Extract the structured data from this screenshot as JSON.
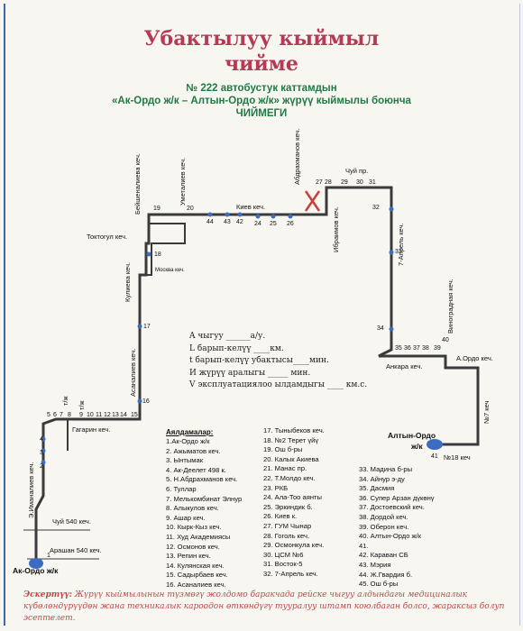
{
  "title": {
    "line1": "Убактылуу кыймыл",
    "line2": "чийме"
  },
  "subtitle": {
    "line1": "№ 222  автобустук каттамдын",
    "line2": "«Ак-Ордо  ж/к –  Алтын-Ордо ж/к» жүрүү кыймылы боюнча",
    "line3": "ЧИЙМЕГИ"
  },
  "terminals": {
    "start": "Ак-Ордо  ж/к",
    "end_line1": "Алтын-Ордо",
    "end_line2": "ж/к"
  },
  "streets": {
    "chuy_top": "Чуй пр.",
    "abdrakhmanov": "Абдрахманов кеч.",
    "baishenalieva": "Бейшеналиева кеч.",
    "umetaliev": "Уметалиев кеч.",
    "kiev": "Киев кеч.",
    "toktogul": "Токтогул кеч.",
    "ibraimov": "Ибраимов кеч.",
    "aprel7": "7-Апрель кеч.",
    "vinogradnaya": "Виноградная кеч.",
    "ankara": "Анкара кеч.",
    "aordo": "А.Ордо кеч.",
    "n7": "№7 кеч",
    "n18": "№18 кеч",
    "kulieva": "Кулиева кеч.",
    "moskva": "Москва кеч.",
    "asanaliev": "Асаналиев кеч.",
    "gagarin": "Гагарин кеч.",
    "imanaliev": "Э.Иманалиев кеч.",
    "chuy540": "Чуй 540 кеч.",
    "arashan": "Арашан 540 кеч.",
    "tzh": "т/ж"
  },
  "stops": {
    "s1": "1",
    "s2": "2",
    "s3": "3",
    "s4": "4",
    "s5": "5",
    "s6": "6",
    "s7": "7",
    "s8": "8",
    "s9": "9",
    "s10": "10",
    "s11": "11",
    "s12": "12",
    "s13": "13",
    "s14": "14",
    "s15": "15",
    "s16": "16",
    "s17": "17",
    "s18": "18",
    "s19": "19",
    "s20": "20",
    "s24": "24",
    "s25": "25",
    "s26": "26",
    "s27": "27",
    "s28": "28",
    "s29": "29",
    "s30": "30",
    "s31": "31",
    "s32": "32",
    "s33": "33",
    "s34": "34",
    "s35": "35",
    "s36": "36",
    "s37": "37",
    "s38": "38",
    "s39": "39",
    "s40": "40",
    "s41": "41",
    "s42": "42",
    "s43": "43",
    "s44": "44"
  },
  "info": {
    "l1": "A чыгуу ______а/у.",
    "l2": "L барып-келүү ____км.",
    "l3": "t барып-келүү убактысы____мин.",
    "l4": "И жүрүү аралыгы _____ мин.",
    "l5": "V эксплуатациялоо ылдамдыгы ____ км.с."
  },
  "legend": {
    "heading": "Аялдамалар:",
    "col1": [
      "1.Ак-Ордо ж/к",
      "2. Ажыматов кеч.",
      "3. Ынтымак",
      "4. Ак-Деелет 498 к.",
      "5. Н.Абдрахманов кеч.",
      "6. Туллар",
      "7. Мелькомбинат Элнур",
      "8. Алыкулов кеч.",
      "9. Ашар кеч.",
      "10. Кырк-Кыз кеч.",
      "11. Худ Академиясы",
      "12. Осмонов кеч.",
      "13. Репин кеч.",
      "14. Кулянская кеч.",
      "15. Садырбаев кеч.",
      "16. Асаналиев кеч."
    ],
    "col2": [
      "17. Тыныбеков кеч.",
      "18. №2 Терет үйү",
      "19. Ош б-ры",
      "20. Калык Акиева",
      "21. Манас пр.",
      "22. Т.Молдо кеч.",
      "23. РКБ",
      "24. Ала-Тоо аянты",
      "25. Эркиндик б.",
      "26. Киев к.",
      "27. ГУМ Чынар",
      "28. Гоголь кеч.",
      "29. Осмонкула кеч.",
      "30. ЦСМ №6",
      "31. Восток-5",
      "32. 7-Апрель кеч."
    ],
    "col3": [
      "33. Мадина б-ры",
      "34. Айнур э-ду",
      "35. Дасмия",
      "36. Супер Арзан дүкөнү",
      "37. Достоевский кеч.",
      "38. Дордой кеч.",
      "39. Оберон кеч.",
      "40. Алтын-Ордо ж/к",
      "41.",
      "42. Караван СБ",
      "43. Мэрия",
      "44. Ж.Гвардия б.",
      "45. Ош б-ры"
    ]
  },
  "note": {
    "label": "Эскертүү:",
    "text": " Жүрүү кыймылынын түзмөгү жолдомо баракчада рейске чыгуу алдындагы медициналык күбөлөндүрүүдөн жана техникалык кароодон өткөндүгү тууралуу штамп коюлбаган болсо, жараксыз болуп эсептелет."
  },
  "colors": {
    "route": "#3a3a3a",
    "stop": "#3b6cc0",
    "title": "#b43a56",
    "subtitle": "#1f7a45",
    "note": "#c0484a",
    "closed": "#c8403a"
  }
}
